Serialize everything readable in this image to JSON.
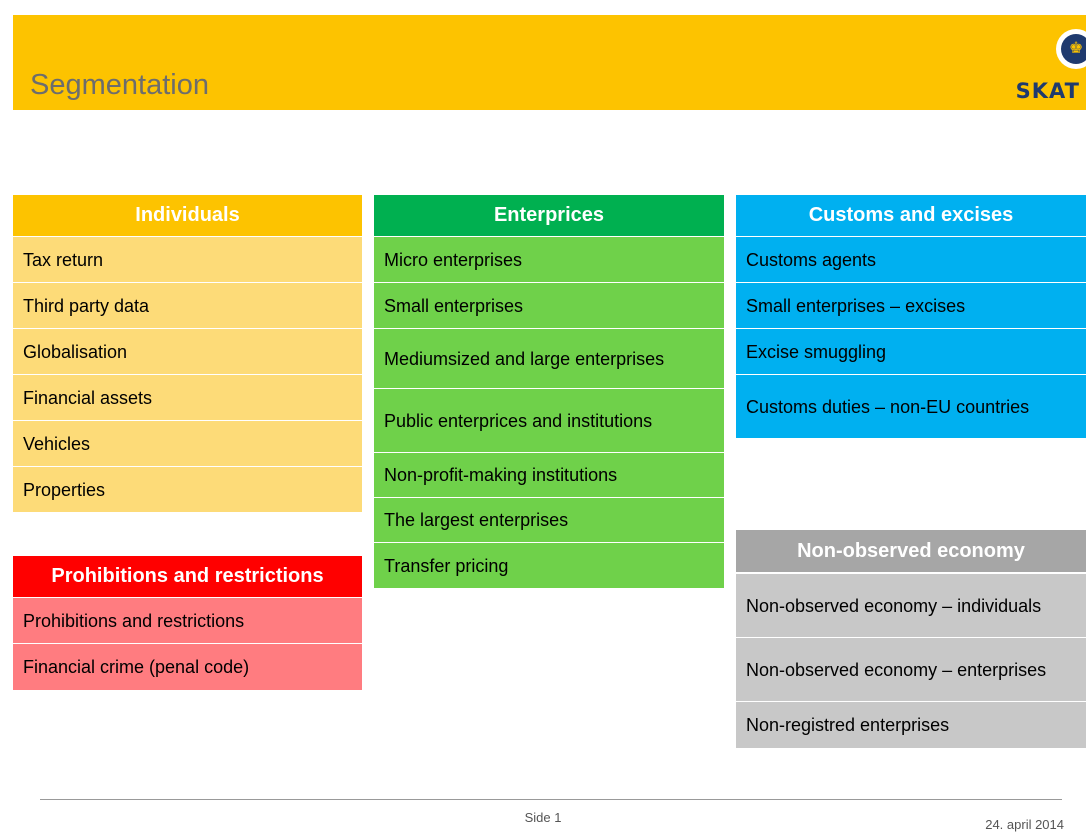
{
  "header": {
    "title": "Segmentation",
    "logo_text": "SKAT"
  },
  "colors": {
    "header_bg": "#FDC300",
    "individuals_header": "#FDC300",
    "individuals_item": "#FDDB78",
    "enterprises_header": "#00B050",
    "enterprises_item": "#6FD14A",
    "customs_header": "#00B0F0",
    "customs_item": "#00B0F0",
    "nonobserved_header": "#A6A6A6",
    "nonobserved_item": "#C8C8C8",
    "prohibitions_header": "#FF0000",
    "prohibitions_item": "#FF7C80"
  },
  "individuals": {
    "header": "Individuals",
    "items": [
      "Tax return",
      "Third party data",
      "Globalisation",
      "Financial assets",
      "Vehicles",
      "Properties"
    ]
  },
  "prohibitions": {
    "header": "Prohibitions and restrictions",
    "items": [
      "Prohibitions and restrictions",
      "Financial crime (penal code)"
    ]
  },
  "enterprises": {
    "header": "Enterprices",
    "items": [
      "Micro enterprises",
      "Small enterprises",
      "Mediumsized and large enterprises",
      "Public enterprices and institutions",
      "Non-profit-making institutions",
      "The largest enterprises",
      "Transfer pricing"
    ]
  },
  "customs": {
    "header": "Customs and excises",
    "items": [
      "Customs agents",
      "Small enterprises – excises",
      "Excise smuggling",
      "Customs duties – non-EU countries"
    ]
  },
  "nonobserved": {
    "header": "Non-observed economy",
    "items": [
      "Non-observed economy – individuals",
      "Non-observed economy – enterprises",
      "Non-registred enterprises"
    ]
  },
  "footer": {
    "page": "Side 1",
    "date": "24. april 2014"
  }
}
